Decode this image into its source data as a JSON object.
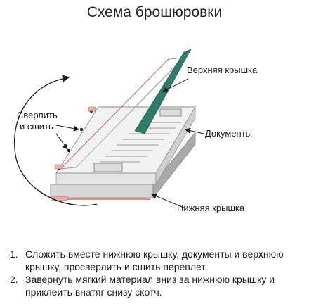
{
  "title": "Схема брошюровки",
  "labels": {
    "top_cover": "Верхняя крышка",
    "documents": "Документы",
    "bottom_cover": "Нижняя крышка",
    "drill_line1": "Сверлить",
    "drill_line2": "и сшить"
  },
  "steps": [
    {
      "num": "1.",
      "text": "Сложить вместе нижнюю крышку,  документы и верхнюю крышку, просверлить и сшить переплет."
    },
    {
      "num": "2.",
      "text": "Завернуть мягкий материал вниз за нижнюю крышку и приклеить внатяг снизу скотч."
    }
  ],
  "colors": {
    "spine_green": "#2f7a6a",
    "cover_gray": "#cfcfcf",
    "accent_red": "#c24a4a",
    "paper": "#f2f2f2"
  }
}
